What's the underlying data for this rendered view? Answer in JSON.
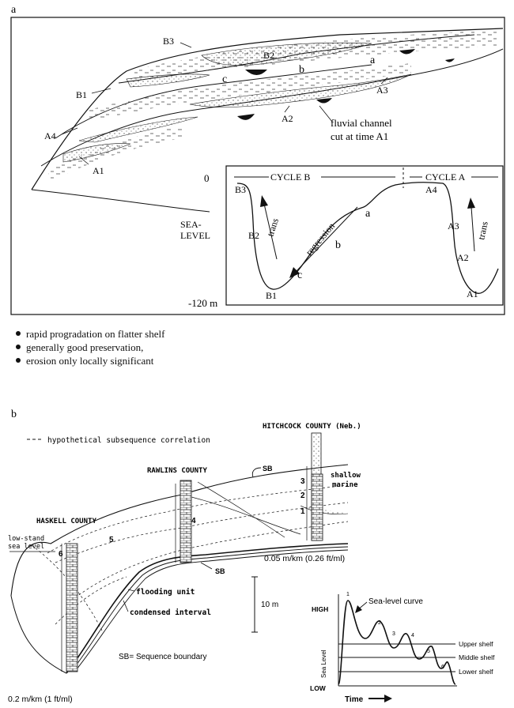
{
  "panel_a": {
    "label": "a",
    "units": {
      "B3": "B3",
      "B2": "B2",
      "B1": "B1",
      "A4": "A4",
      "A3": "A3",
      "A2": "A2",
      "A1": "A1",
      "a": "a",
      "b": "b",
      "c": "c"
    },
    "channel_note_line1": "fluvial channel",
    "channel_note_line2": "cut at time A1",
    "inset": {
      "cycle_b": "CYCLE B",
      "cycle_a": "CYCLE A",
      "zero": "0",
      "bottom": "-120 m",
      "sea_label_1": "SEA-",
      "sea_label_2": "LEVEL",
      "trans": "trans",
      "regression": "regression",
      "labels": {
        "B3": "B3",
        "B2": "B2",
        "B1": "B1",
        "A4": "A4",
        "A3": "A3",
        "A2": "A2",
        "A1": "A1",
        "a": "a",
        "b": "b",
        "c": "c"
      }
    },
    "bullets": [
      "rapid progradation on flatter shelf",
      "generally good preservation,",
      "erosion only locally significant"
    ]
  },
  "panel_b": {
    "label": "b",
    "legend_note": "hypothetical subsequence correlation",
    "counties": {
      "hitchcock": "HITCHCOCK COUNTY (Neb.)",
      "rawlins": "RAWLINS COUNTY",
      "haskell": "HASKELL COUNTY"
    },
    "sb": "SB",
    "shallow_marine_1": "shallow",
    "shallow_marine_2": "marine",
    "low_stand_1": "low-stand",
    "low_stand_2": "sea level",
    "numbers": {
      "n1": "1",
      "n2": "2",
      "n3": "3",
      "n4": "4",
      "n5": "5",
      "n6": "6"
    },
    "gradient_upper": "0.05 m/km (0.26 ft/ml)",
    "gradient_lower": "0.2 m/km (1 ft/ml)",
    "flooding_unit": "flooding unit",
    "condensed_interval": "condensed interval",
    "scale": "10 m",
    "sb_definition": "SB= Sequence boundary",
    "inset": {
      "title": "Sea-level curve",
      "high": "HIGH",
      "low": "LOW",
      "y_axis": "Sea Level",
      "x_axis": "Time",
      "upper_shelf": "Upper shelf",
      "middle_shelf": "Middle shelf",
      "lower_shelf": "Lower shelf",
      "peaks": [
        "1",
        "2",
        "3",
        "4",
        "5",
        "6"
      ]
    }
  }
}
